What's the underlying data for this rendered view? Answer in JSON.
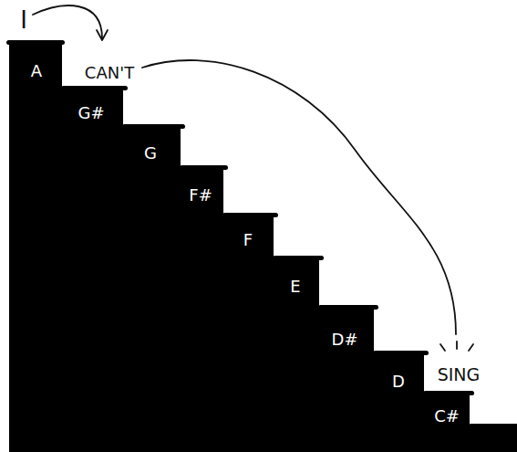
{
  "diagram": {
    "nodes": [
      {
        "text": [
          "A",
          "G#",
          "G",
          "F#",
          "F",
          "E",
          "D#",
          "D",
          "C#"
        ]
      }
    ],
    "labels": [
      "I",
      "CAN'T",
      "SING"
    ]
  }
}
